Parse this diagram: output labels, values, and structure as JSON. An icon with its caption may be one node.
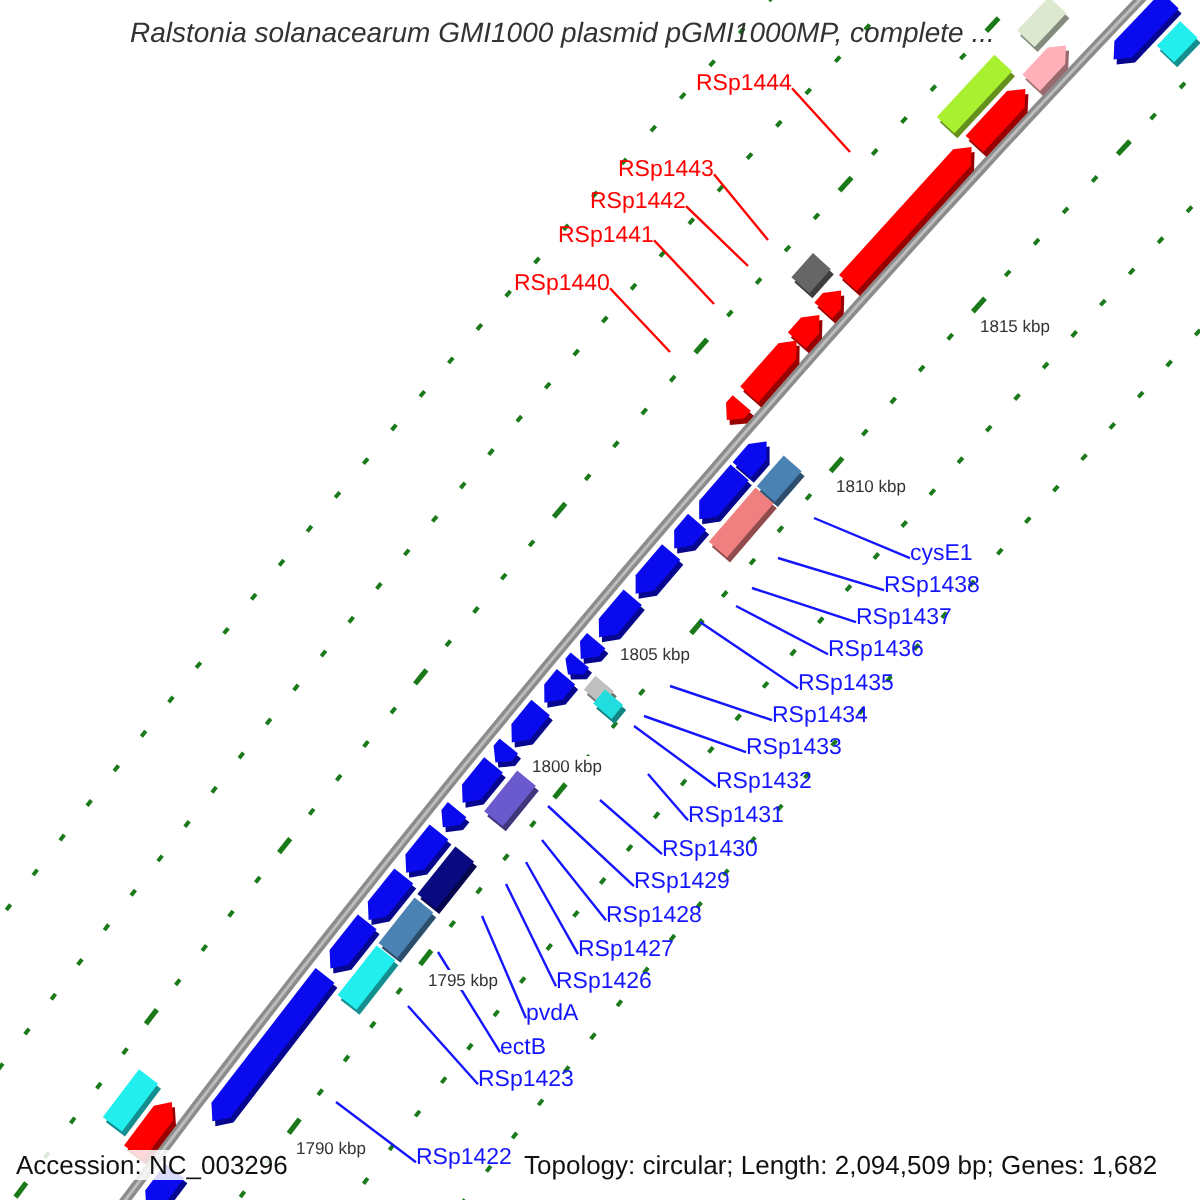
{
  "diagram": {
    "title": "Ralstonia solanacearum GMI1000 plasmid pGMI1000MP, complete ...",
    "nodes": [
      {
        "text": [
          "RSp1444"
        ]
      },
      {
        "text": [
          "RSp1443"
        ]
      },
      {
        "text": [
          "RSp1442"
        ]
      },
      {
        "text": [
          "RSp1441"
        ]
      },
      {
        "text": [
          "RSp1440"
        ]
      },
      {
        "text": [
          "cysE1"
        ]
      },
      {
        "text": [
          "RSp1438"
        ]
      },
      {
        "text": [
          "RSp1437"
        ]
      },
      {
        "text": [
          "RSp1436"
        ]
      },
      {
        "text": [
          "RSp1435"
        ]
      },
      {
        "text": [
          "RSp1434"
        ]
      },
      {
        "text": [
          "RSp1433"
        ]
      },
      {
        "text": [
          "RSp1432"
        ]
      },
      {
        "text": [
          "RSp1431"
        ]
      },
      {
        "text": [
          "RSp1430"
        ]
      },
      {
        "text": [
          "RSp1429"
        ]
      },
      {
        "text": [
          "RSp1428"
        ]
      },
      {
        "text": [
          "RSp1427"
        ]
      },
      {
        "text": [
          "RSp1426"
        ]
      },
      {
        "text": [
          "pvdA"
        ]
      },
      {
        "text": [
          "ectB"
        ]
      },
      {
        "text": [
          "RSp1423"
        ]
      },
      {
        "text": [
          "RSp1422"
        ]
      }
    ],
    "edges": [
      {
        "from": 0,
        "to": null,
        "arrow": "none",
        "color": "#ff0000"
      },
      {
        "from": 1,
        "to": null,
        "arrow": "none",
        "color": "#ff0000"
      },
      {
        "from": 2,
        "to": null,
        "arrow": "none",
        "color": "#ff0000"
      },
      {
        "from": 3,
        "to": null,
        "arrow": "none",
        "color": "#ff0000"
      },
      {
        "from": 4,
        "to": null,
        "arrow": "none",
        "color": "#ff0000"
      },
      {
        "from": 5,
        "to": null,
        "arrow": "none"
      },
      {
        "from": 6,
        "to": null,
        "arrow": "none"
      },
      {
        "from": 7,
        "to": null,
        "arrow": "none"
      },
      {
        "from": 8,
        "to": null,
        "arrow": "none"
      },
      {
        "from": 9,
        "to": null,
        "arrow": "none"
      },
      {
        "from": 10,
        "to": null,
        "arrow": "none"
      },
      {
        "from": 11,
        "to": null,
        "arrow": "none"
      },
      {
        "from": 12,
        "to": null,
        "arrow": "none"
      },
      {
        "from": 13,
        "to": null,
        "arrow": "none"
      },
      {
        "from": 14,
        "to": null,
        "arrow": "none"
      },
      {
        "from": 15,
        "to": null,
        "arrow": "none"
      },
      {
        "from": 16,
        "to": null,
        "arrow": "none"
      },
      {
        "from": 17,
        "to": null,
        "arrow": "none"
      },
      {
        "from": 18,
        "to": null,
        "arrow": "none"
      },
      {
        "from": 19,
        "to": null,
        "arrow": "none"
      },
      {
        "from": 20,
        "to": null,
        "arrow": "none"
      },
      {
        "from": 21,
        "to": null,
        "arrow": "none"
      },
      {
        "from": 22,
        "to": null,
        "arrow": "none"
      }
    ],
    "labels": [
      "1815 kbp",
      "1810 kbp",
      "1805 kbp",
      "1800 kbp",
      "1795 kbp",
      "1790 kbp",
      "Accession: NC_003296",
      "Topology: circular; Length: 2,094,509 bp; Genes: 1,682"
    ]
  }
}
